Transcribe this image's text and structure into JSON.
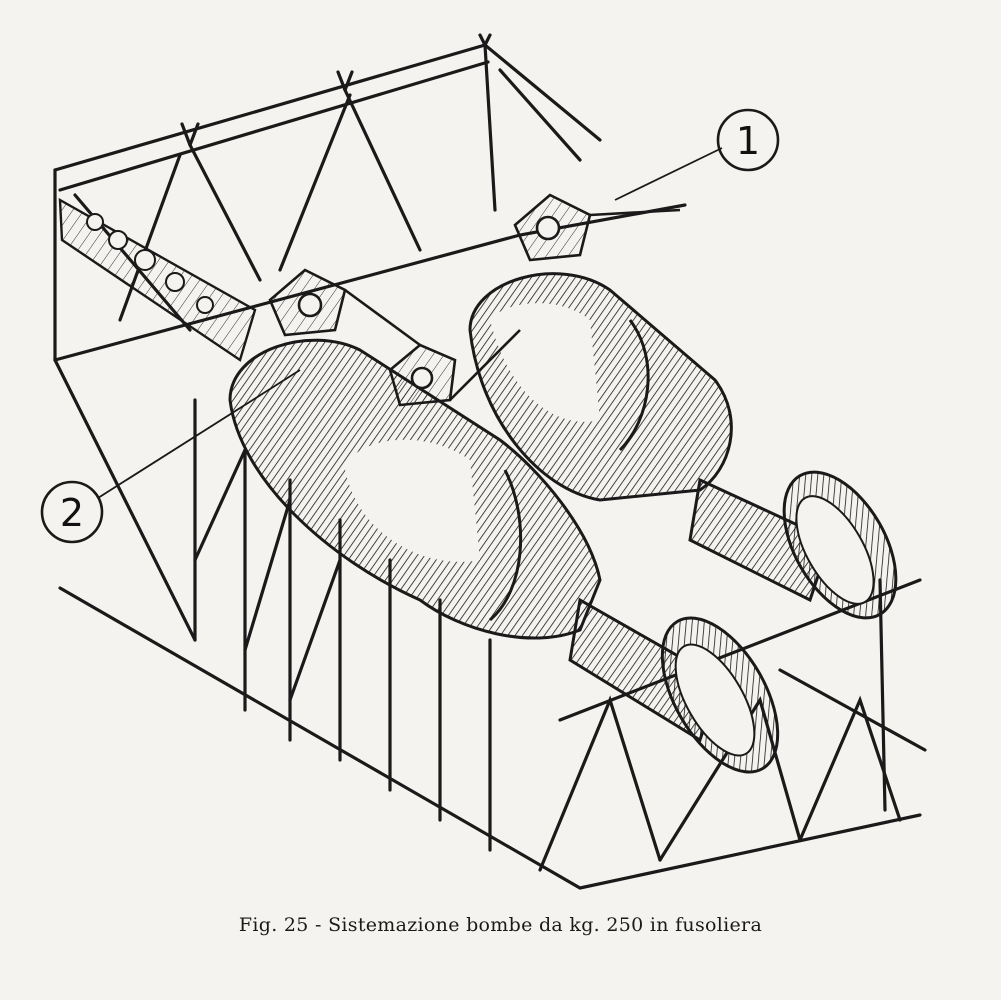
{
  "figure": {
    "caption": "Fig. 25 - Sistemazione bombe da kg. 250 in fusoliera",
    "callouts": [
      {
        "label": "1"
      },
      {
        "label": "2"
      }
    ],
    "colors": {
      "paper": "#f4f3ef",
      "ink": "#1a1a1a"
    }
  }
}
